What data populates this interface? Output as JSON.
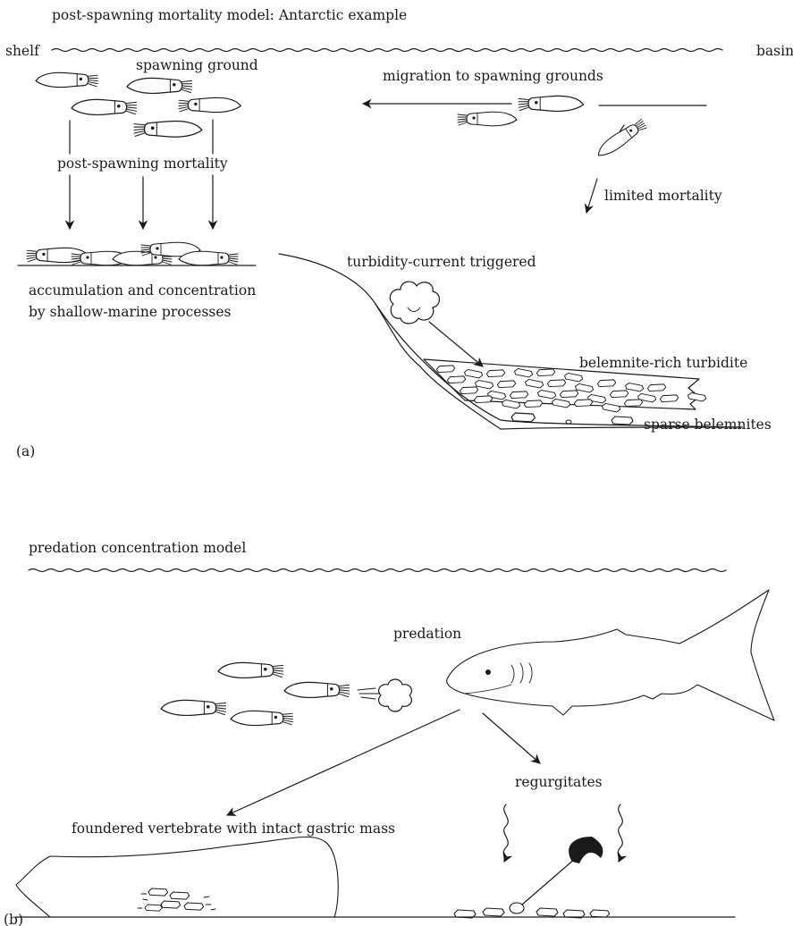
{
  "panel_a": {
    "title": "post-spawning mortality model: Antarctic example",
    "shelf": "shelf",
    "basin": "basin",
    "spawning_ground": "spawning ground",
    "migration": "migration to spawning grounds",
    "post_spawning_mortality": "post-spawning mortality",
    "limited_mortality": "limited mortality",
    "turbidity": "turbidity-current triggered",
    "accumulation_line1": "accumulation and concentration",
    "accumulation_line2": "by shallow-marine processes",
    "turbidite": "belemnite-rich turbidite",
    "sparse": "sparse belemnites",
    "panel_label": "(a)"
  },
  "panel_b": {
    "title": "predation concentration model",
    "predation": "predation",
    "regurgitates": "regurgitates",
    "foundered": "foundered vertebrate with intact gastric mass",
    "panel_label": "(b)"
  }
}
